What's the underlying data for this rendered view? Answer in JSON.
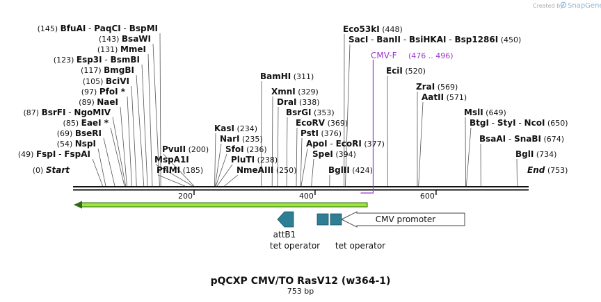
{
  "header": {
    "credit": "Created by",
    "brand": "SnapGene"
  },
  "map": {
    "title": "pQCXP CMV/TO RasV12 (w364-1)",
    "length_label": "753 bp",
    "total_bp": 753,
    "ticks": [
      200,
      400,
      600
    ],
    "colors": {
      "primer": "#9a36c9",
      "feature": "#2e7f96",
      "orf_fill": "#9fe53a",
      "orf_stroke": "#2f6b16"
    }
  },
  "features": {
    "primer": {
      "label": "CMV-F",
      "range": "(476 .. 496)"
    },
    "attB1": {
      "label": "attB1"
    },
    "tet_operator_1": {
      "label": "tet operator"
    },
    "tet_operator_2": {
      "label": "tet operator"
    },
    "cmv_promoter": {
      "label": "CMV promoter"
    }
  },
  "sites": [
    {
      "id": "start",
      "names": [
        "Start"
      ],
      "pos_text": "(0)",
      "bp": 0,
      "italic": true
    },
    {
      "id": "fspi",
      "names": [
        "FspI",
        "FspAI"
      ],
      "pos_text": "(49)",
      "bp": 49
    },
    {
      "id": "nspi",
      "names": [
        "NspI"
      ],
      "pos_text": "(54)",
      "bp": 54
    },
    {
      "id": "bseri",
      "names": [
        "BseRI"
      ],
      "pos_text": "(69)",
      "bp": 69
    },
    {
      "id": "eaei",
      "names": [
        "EaeI *"
      ],
      "pos_text": "(85)",
      "bp": 85
    },
    {
      "id": "bsrfi",
      "names": [
        "BsrFI",
        "NgoMIV"
      ],
      "pos_text": "(87)",
      "bp": 87
    },
    {
      "id": "naei",
      "names": [
        "NaeI"
      ],
      "pos_text": "(89)",
      "bp": 89
    },
    {
      "id": "pfoi",
      "names": [
        "PfoI *"
      ],
      "pos_text": "(97)",
      "bp": 97
    },
    {
      "id": "bcivi",
      "names": [
        "BciVI"
      ],
      "pos_text": "(105)",
      "bp": 105
    },
    {
      "id": "bmgbi",
      "names": [
        "BmgBI"
      ],
      "pos_text": "(117)",
      "bp": 117
    },
    {
      "id": "esp3i",
      "names": [
        "Esp3I",
        "BsmBI"
      ],
      "pos_text": "(123)",
      "bp": 123
    },
    {
      "id": "mmei",
      "names": [
        "MmeI"
      ],
      "pos_text": "(131)",
      "bp": 131
    },
    {
      "id": "bsawi",
      "names": [
        "BsaWI"
      ],
      "pos_text": "(143)",
      "bp": 143
    },
    {
      "id": "bfuai",
      "names": [
        "BfuAI",
        "PaqCI",
        "BspMI"
      ],
      "pos_text": "(145)",
      "bp": 145
    },
    {
      "id": "pflmi",
      "names": [
        "PflMI"
      ],
      "pos_text": "(185)",
      "bp": 185
    },
    {
      "id": "mspa1i",
      "names": [
        "MspA1I"
      ],
      "pos_text": "",
      "bp": 198
    },
    {
      "id": "pvuii",
      "names": [
        "PvuII"
      ],
      "pos_text": "(200)",
      "bp": 200
    },
    {
      "id": "kasi",
      "names": [
        "KasI"
      ],
      "pos_text": "(234)",
      "bp": 234
    },
    {
      "id": "nari",
      "names": [
        "NarI"
      ],
      "pos_text": "(235)",
      "bp": 235
    },
    {
      "id": "sfoi",
      "names": [
        "SfoI"
      ],
      "pos_text": "(236)",
      "bp": 236
    },
    {
      "id": "pluti",
      "names": [
        "PluTI"
      ],
      "pos_text": "(238)",
      "bp": 238
    },
    {
      "id": "nmeaiii",
      "names": [
        "NmeAIII"
      ],
      "pos_text": "(250)",
      "bp": 250
    },
    {
      "id": "bamhi",
      "names": [
        "BamHI"
      ],
      "pos_text": "(311)",
      "bp": 311
    },
    {
      "id": "xmni",
      "names": [
        "XmnI"
      ],
      "pos_text": "(329)",
      "bp": 329
    },
    {
      "id": "drai",
      "names": [
        "DraI"
      ],
      "pos_text": "(338)",
      "bp": 338
    },
    {
      "id": "bsrgi",
      "names": [
        "BsrGI"
      ],
      "pos_text": "(353)",
      "bp": 353
    },
    {
      "id": "ecorv",
      "names": [
        "EcoRV"
      ],
      "pos_text": "(369)",
      "bp": 369
    },
    {
      "id": "psti",
      "names": [
        "PstI"
      ],
      "pos_text": "(376)",
      "bp": 376
    },
    {
      "id": "apoi",
      "names": [
        "ApoI",
        "EcoRI"
      ],
      "pos_text": "(377)",
      "bp": 377
    },
    {
      "id": "spei",
      "names": [
        "SpeI"
      ],
      "pos_text": "(394)",
      "bp": 394
    },
    {
      "id": "bglii",
      "names": [
        "BglII"
      ],
      "pos_text": "(424)",
      "bp": 424
    },
    {
      "id": "eco53ki",
      "names": [
        "Eco53kI"
      ],
      "pos_text": "(448)",
      "bp": 448
    },
    {
      "id": "saci",
      "names": [
        "SacI",
        "BanII",
        "BsiHKAI",
        "Bsp1286I"
      ],
      "pos_text": "(450)",
      "bp": 450
    },
    {
      "id": "ecii",
      "names": [
        "EciI"
      ],
      "pos_text": "(520)",
      "bp": 520
    },
    {
      "id": "zrai",
      "names": [
        "ZraI"
      ],
      "pos_text": "(569)",
      "bp": 569
    },
    {
      "id": "aatii",
      "names": [
        "AatII"
      ],
      "pos_text": "(571)",
      "bp": 571
    },
    {
      "id": "msli",
      "names": [
        "MslI"
      ],
      "pos_text": "(649)",
      "bp": 649
    },
    {
      "id": "btgi",
      "names": [
        "BtgI",
        "StyI",
        "NcoI"
      ],
      "pos_text": "(650)",
      "bp": 650
    },
    {
      "id": "bsaai",
      "names": [
        "BsaAI",
        "SnaBI"
      ],
      "pos_text": "(674)",
      "bp": 674
    },
    {
      "id": "bgli",
      "names": [
        "BglI"
      ],
      "pos_text": "(734)",
      "bp": 734
    },
    {
      "id": "end",
      "names": [
        "End"
      ],
      "pos_text": "(753)",
      "bp": 753,
      "italic": true
    }
  ]
}
